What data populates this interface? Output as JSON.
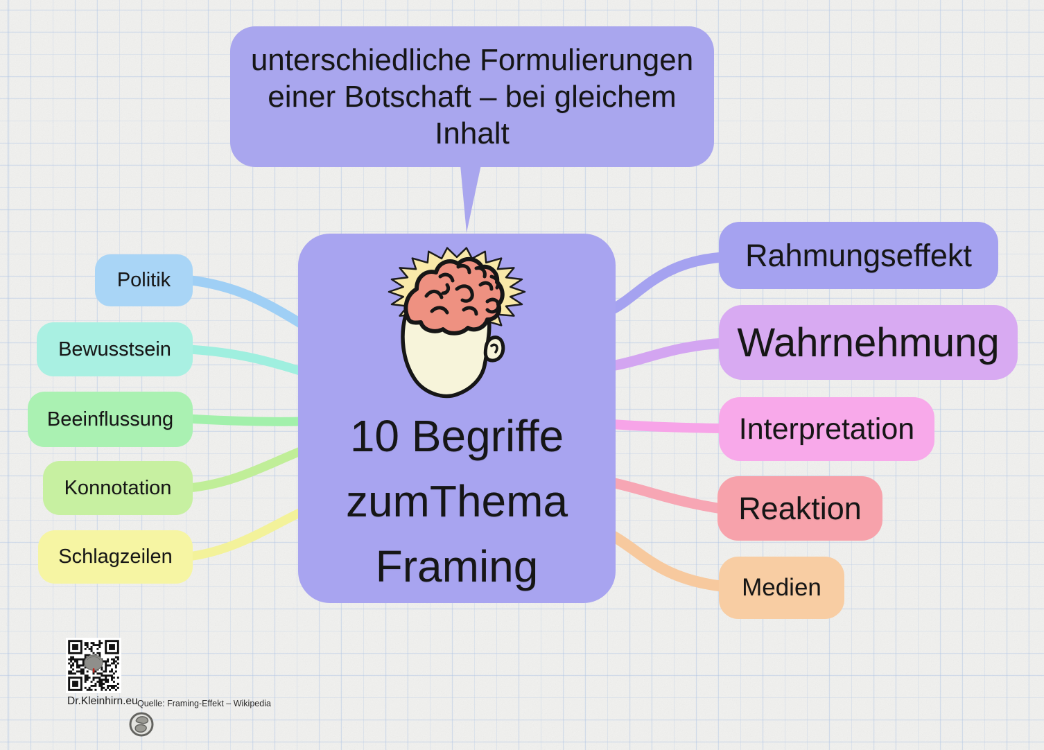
{
  "app": {
    "kind": "mindmap-poster"
  },
  "background": {
    "paper_color": "#f1f1ef",
    "grid_color": "#c9d9ed"
  },
  "callout": {
    "bg": "#a9a6ee",
    "lines": [
      "unterschiedliche Formulierungen",
      "einer Botschaft – bei gleichem",
      "Inhalt"
    ]
  },
  "central": {
    "bg": "#a8a4f0",
    "lines": [
      "10 Begriffe",
      "zumThema",
      "Framing"
    ],
    "illustration": "brain-in-open-head",
    "illustration_colors": {
      "starburst": "#f9e9a9",
      "head": "#f7f4da",
      "brain": "#ee9181",
      "outline": "#161616"
    }
  },
  "left_nodes": [
    {
      "label": "Politik",
      "bg": "#a9d5f6",
      "line": "#9fcff5"
    },
    {
      "label": "Bewusstsein",
      "bg": "#a9f0e2",
      "line": "#9fefdf"
    },
    {
      "label": "Beeinflussung",
      "bg": "#aaf1b2",
      "line": "#a2f0ab"
    },
    {
      "label": "Konnotation",
      "bg": "#c7f0a1",
      "line": "#c0ee98"
    },
    {
      "label": "Schlagzeilen",
      "bg": "#f6f5a3",
      "line": "#f3f29a"
    }
  ],
  "right_nodes": [
    {
      "label": "Rahmungseffekt",
      "bg": "#a5a2f0",
      "line": "#a5a2f0"
    },
    {
      "label": "Wahrnehmung",
      "bg": "#d8aaf2",
      "line": "#d3a5f1"
    },
    {
      "label": "Interpretation",
      "bg": "#f8a9ea",
      "line": "#f7a4e8"
    },
    {
      "label": "Reaktion",
      "bg": "#f7a2ab",
      "line": "#f7a6b4"
    },
    {
      "label": "Medien",
      "bg": "#f8cda3",
      "line": "#f7c99e"
    }
  ],
  "footer": {
    "site": "Dr.Kleinhirn.eu",
    "source": "Quelle: Framing-Effekt – Wikipedia",
    "qr": "qr-code-dr-kleinhirn",
    "logo": "kleinhirn-brain-logo"
  }
}
